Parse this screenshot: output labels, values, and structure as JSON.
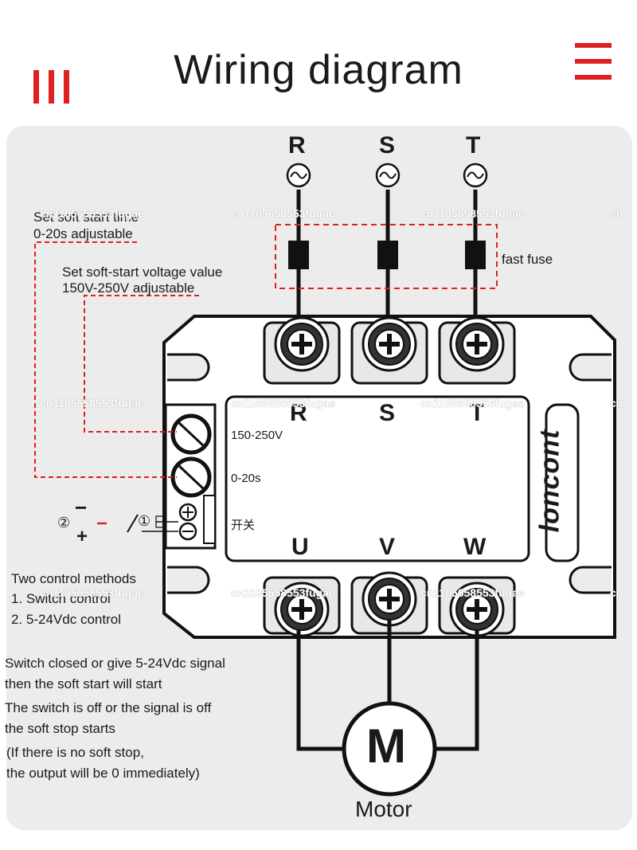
{
  "title": "Wiring diagram",
  "phases": {
    "input": [
      "R",
      "S",
      "T"
    ],
    "input_device": [
      "R",
      "S",
      "T"
    ],
    "output": [
      "U",
      "V",
      "W"
    ]
  },
  "fuse_label": "fast fuse",
  "soft_start_time": {
    "line1": "Set soft start time",
    "line2": "0-20s adjustable"
  },
  "soft_start_voltage": {
    "line1": "Set soft-start voltage value",
    "line2": "150V-250V adjustable"
  },
  "knobs": {
    "voltage": "150-250V",
    "time": "0-20s"
  },
  "switch_label": "开关",
  "control": {
    "minus": "−",
    "plus": "+",
    "marker2": "②",
    "marker1": "①"
  },
  "control_methods": {
    "title": "Two control methods",
    "m1": "1. Switch control",
    "m2": "2. 5-24Vdc control"
  },
  "notes": {
    "n1": "Switch closed or give 5-24Vdc signal",
    "n2": "then the soft start will start",
    "n3": "The switch is off or the signal is off",
    "n4": "the soft stop starts",
    "n5": "(If there is no soft stop,",
    "n6": "the output will be 0 immediately)"
  },
  "motor": {
    "symbol": "M",
    "label": "Motor"
  },
  "brand": "loncont",
  "watermark": "cn1105658553fugae",
  "watermark_edge": "cn",
  "colors": {
    "accent": "#e02020",
    "panel": "#ececec",
    "ink": "#1a1a1a"
  }
}
